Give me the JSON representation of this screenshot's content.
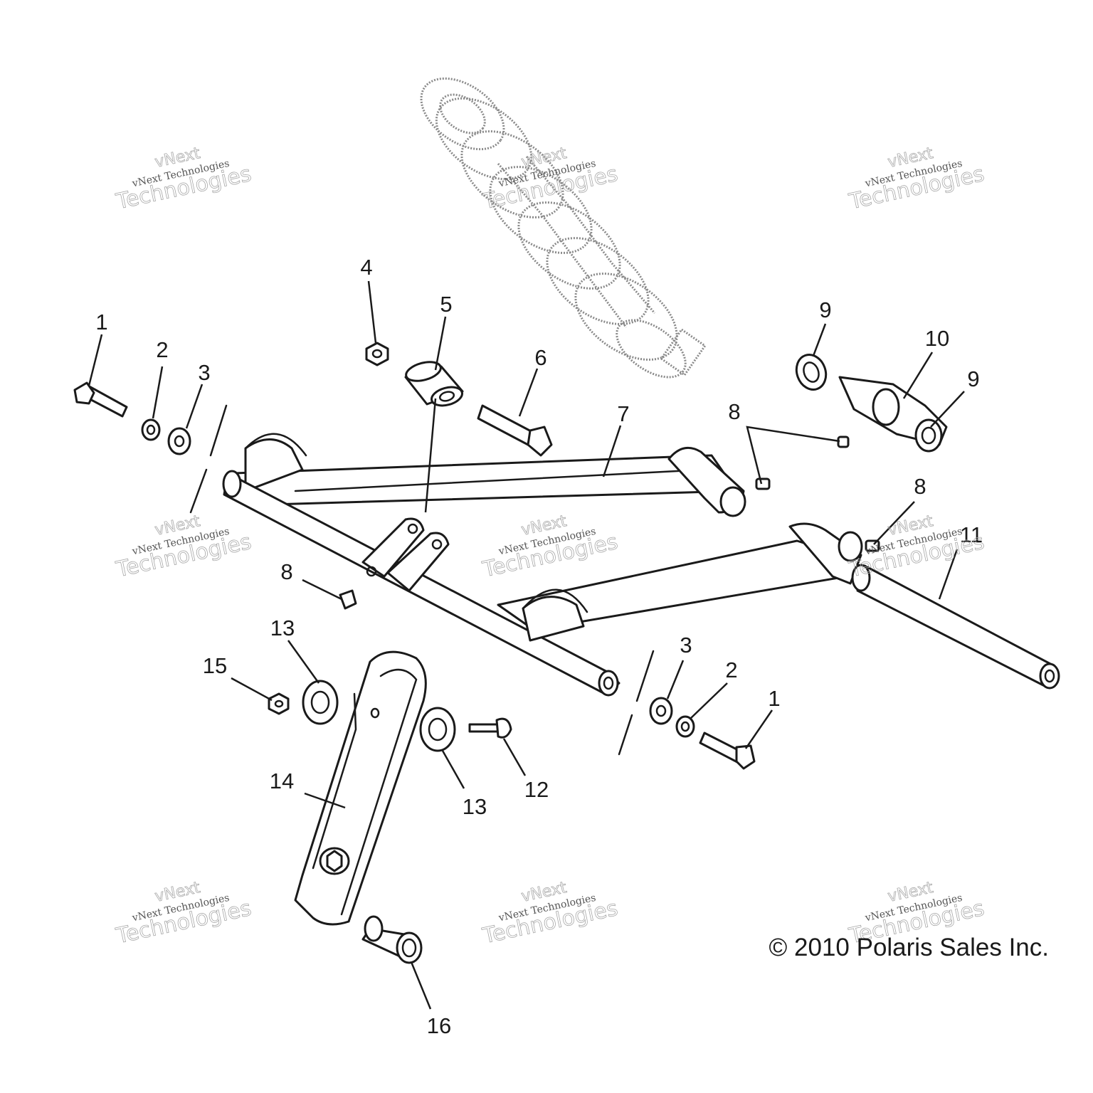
{
  "copyright": "© 2010 Polaris Sales Inc.",
  "watermark": {
    "line_small": "vNext Technologies",
    "line_top": "vNext",
    "line_bottom": "Technologies"
  },
  "callouts": [
    "1",
    "2",
    "3",
    "4",
    "5",
    "6",
    "7",
    "8",
    "8",
    "8",
    "9",
    "9",
    "10",
    "11",
    "12",
    "13",
    "13",
    "14",
    "15",
    "16",
    "3",
    "2",
    "1"
  ]
}
